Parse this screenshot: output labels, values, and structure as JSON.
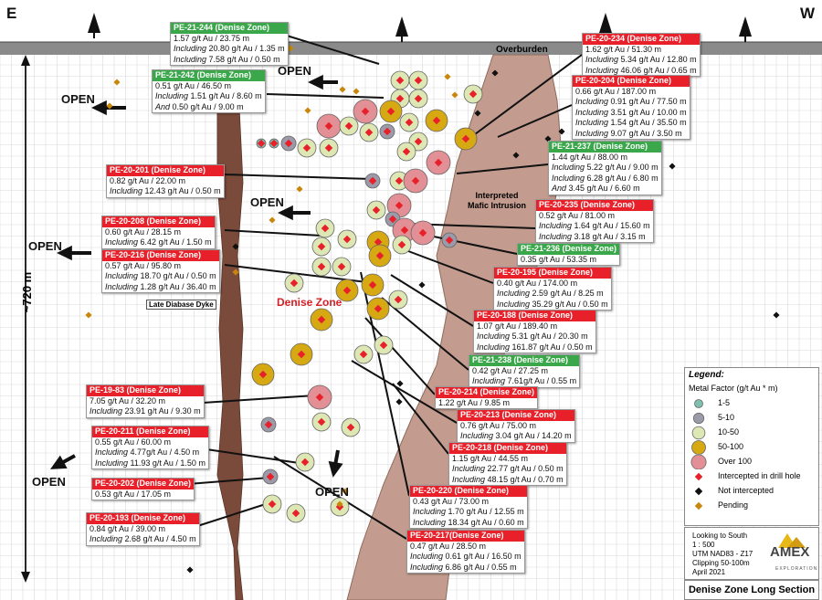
{
  "corners": {
    "left": "E",
    "right": "W"
  },
  "overburden": "Overburden",
  "zone_label": "Denise Zone",
  "dyke_label": "Late Diabase Dyke",
  "intrusion_label": [
    "Interpreted",
    "Mafic Intrusion"
  ],
  "depth_label": "~720 m",
  "open_label": "OPEN",
  "legend": {
    "title": "Legend:",
    "subtitle": "Metal Factor (g/t Au * m)",
    "items": [
      {
        "label": "1-5",
        "color": "#7fbfb0"
      },
      {
        "label": "5-10",
        "color": "#9a9aa8"
      },
      {
        "label": "10-50",
        "color": "#dde7b4"
      },
      {
        "label": "50-100",
        "color": "#d6a812"
      },
      {
        "label": "Over 100",
        "color": "#e29096"
      },
      {
        "label": "Intercepted in drill hole",
        "color": "#e8202a"
      },
      {
        "label": "Not intercepted",
        "color": "#111111"
      },
      {
        "label": "Pending",
        "color": "#c8860b"
      }
    ]
  },
  "info": [
    "Looking to South",
    "1 : 500",
    "UTM NAD83 - Z17",
    "Clipping 50-100m",
    "April 2021"
  ],
  "logo": {
    "name": "AMEX",
    "sub": "EXPLORATION"
  },
  "section_title": "Denise Zone Long Section",
  "holes": [
    {
      "name": "PE-21-244 (Denise Zone)",
      "color": "green",
      "lines": [
        {
          "p": "",
          "t": "1.57 g/t Au / 23.75 m"
        },
        {
          "p": "Including",
          "t": "20.80 g/t Au / 1.35 m"
        },
        {
          "p": "Including",
          "t": "7.58 g/t Au / 0.50 m"
        }
      ]
    },
    {
      "name": "PE-21-242 (Denise Zone)",
      "color": "green",
      "lines": [
        {
          "p": "",
          "t": "0.51 g/t Au / 46.50 m"
        },
        {
          "p": "Including",
          "t": "1.51 g/t Au / 8.60 m"
        },
        {
          "p": "And",
          "t": "0.50 g/t Au / 9.00 m"
        }
      ]
    },
    {
      "name": "PE-20-201 (Denise Zone)",
      "color": "red",
      "lines": [
        {
          "p": "",
          "t": "0.82 g/t Au / 22.00 m"
        },
        {
          "p": "Including",
          "t": "12.43 g/t Au / 0.50 m"
        }
      ]
    },
    {
      "name": "PE-20-208 (Denise Zone)",
      "color": "red",
      "lines": [
        {
          "p": "",
          "t": "0.60 g/t Au / 28.15 m"
        },
        {
          "p": "Including",
          "t": "6.42 g/t Au / 1.50 m"
        }
      ]
    },
    {
      "name": "PE-20-216 (Denise Zone)",
      "color": "red",
      "lines": [
        {
          "p": "",
          "t": "0.57 g/t Au / 95.80 m"
        },
        {
          "p": "Including",
          "t": "18.70 g/t Au / 0.50 m"
        },
        {
          "p": "Including",
          "t": "1.28 g/t Au / 36.40 m"
        }
      ]
    },
    {
      "name": "PE-19-83 (Denise Zone)",
      "color": "red",
      "lines": [
        {
          "p": "",
          "t": "7.05 g/t Au / 32.20 m"
        },
        {
          "p": "Including",
          "t": "23.91 g/t Au / 9.30 m"
        }
      ]
    },
    {
      "name": "PE-20-211 (Denise Zone)",
      "color": "red",
      "lines": [
        {
          "p": "",
          "t": "0.55 g/t Au / 60.00 m"
        },
        {
          "p": "Including",
          "t": "4.77g/t Au / 4.50 m"
        },
        {
          "p": "Including",
          "t": "11.93 g/t Au / 1.50 m"
        }
      ]
    },
    {
      "name": "PE-20-202 (Denise Zone)",
      "color": "red",
      "lines": [
        {
          "p": "",
          "t": "0.53 g/t Au / 17.05 m"
        }
      ]
    },
    {
      "name": "PE-20-193 (Denise Zone)",
      "color": "red",
      "lines": [
        {
          "p": "",
          "t": "0.84 g/t Au / 39.00 m"
        },
        {
          "p": "Including",
          "t": "2.68 g/t Au / 4.50 m"
        }
      ]
    },
    {
      "name": "PE-20-234 (Denise Zone)",
      "color": "red",
      "lines": [
        {
          "p": "",
          "t": "1.62 g/t Au / 51.30 m"
        },
        {
          "p": "Including",
          "t": "5.34 g/t Au / 12.80 m"
        },
        {
          "p": "Including",
          "t": "46.06 g/t Au / 0.65 m"
        }
      ]
    },
    {
      "name": "PE-20-204 (Denise Zone)",
      "color": "red",
      "lines": [
        {
          "p": "",
          "t": "0.66 g/t Au / 187.00 m"
        },
        {
          "p": "Including",
          "t": "0.91 g/t Au / 77.50 m"
        },
        {
          "p": "Including",
          "t": "3.51 g/t Au / 10.00 m"
        },
        {
          "p": "Including",
          "t": "1.54 g/t Au / 35.50 m"
        },
        {
          "p": "Including",
          "t": "9.07 g/t Au / 3.50 m"
        }
      ]
    },
    {
      "name": "PE-21-237 (Denise Zone)",
      "color": "green",
      "lines": [
        {
          "p": "",
          "t": "1.44 g/t Au / 88.00 m"
        },
        {
          "p": "Including",
          "t": "5.22 g/t Au / 9.00 m"
        },
        {
          "p": "Including",
          "t": "6.28 g/t Au / 6.80 m"
        },
        {
          "p": "And",
          "t": "3.45 g/t Au / 6.60 m"
        }
      ]
    },
    {
      "name": "PE-20-235 (Denise Zone)",
      "color": "red",
      "lines": [
        {
          "p": "",
          "t": "0.52 g/t Au / 81.00 m"
        },
        {
          "p": "Including",
          "t": "1.64 g/t Au / 15.60 m"
        },
        {
          "p": "Including",
          "t": "3.18 g/t Au / 3.15 m"
        }
      ]
    },
    {
      "name": "PE-21-236 (Denise Zone)",
      "color": "green",
      "lines": [
        {
          "p": "",
          "t": "0.35 g/t Au / 53.35 m"
        }
      ]
    },
    {
      "name": "PE-20-195 (Denise Zone)",
      "color": "red",
      "lines": [
        {
          "p": "",
          "t": "0.40 g/t Au / 174.00 m"
        },
        {
          "p": "Including",
          "t": "2.59 g/t Au / 8.25 m"
        },
        {
          "p": "Including",
          "t": "35.29 g/t Au / 0.50 m"
        }
      ]
    },
    {
      "name": "PE-20-188 (Denise Zone)",
      "color": "red",
      "lines": [
        {
          "p": "",
          "t": "1.07 g/t Au / 189.40 m"
        },
        {
          "p": "Including",
          "t": "5.31 g/t Au / 20.30 m"
        },
        {
          "p": "Including",
          "t": "161.87 g/t Au / 0.50 m"
        }
      ]
    },
    {
      "name": "PE-21-238 (Denise Zone)",
      "color": "green",
      "lines": [
        {
          "p": "",
          "t": "0.42 g/t Au / 27.25 m"
        },
        {
          "p": "Including",
          "t": "7.61g/t Au / 0.55 m"
        }
      ]
    },
    {
      "name": "PE-20-214 (Denise Zone)",
      "color": "red",
      "lines": [
        {
          "p": "",
          "t": "1.22 g/t Au / 9.85 m"
        }
      ]
    },
    {
      "name": "PE-20-213 (Denise Zone)",
      "color": "red",
      "lines": [
        {
          "p": "",
          "t": "0.76 g/t Au / 75.00 m"
        },
        {
          "p": "Including",
          "t": "3.04 g/t Au / 14.20 m"
        }
      ]
    },
    {
      "name": "PE-20-218 (Denise Zone)",
      "color": "red",
      "lines": [
        {
          "p": "",
          "t": "1.15 g/t Au / 44.55 m"
        },
        {
          "p": "Including",
          "t": "22.77 g/t Au / 0.50 m"
        },
        {
          "p": "Including",
          "t": "48.15 g/t Au / 0.70 m"
        }
      ]
    },
    {
      "name": "PE-20-220 (Denise Zone)",
      "color": "red",
      "lines": [
        {
          "p": "",
          "t": "0.43 g/t Au / 73.00 m"
        },
        {
          "p": "Including",
          "t": "1.70 g/t Au / 12.55 m"
        },
        {
          "p": "Including",
          "t": "18.34 g/t Au / 0.60 m"
        }
      ]
    },
    {
      "name": "PE-20-217(Denise Zone)",
      "color": "red",
      "lines": [
        {
          "p": "",
          "t": "0.47 g/t Au / 28.50 m"
        },
        {
          "p": "Including",
          "t": "0.61 g/t Au / 16.50 m"
        },
        {
          "p": "Including",
          "t": "6.86 g/t Au / 0.55 m"
        }
      ]
    }
  ]
}
